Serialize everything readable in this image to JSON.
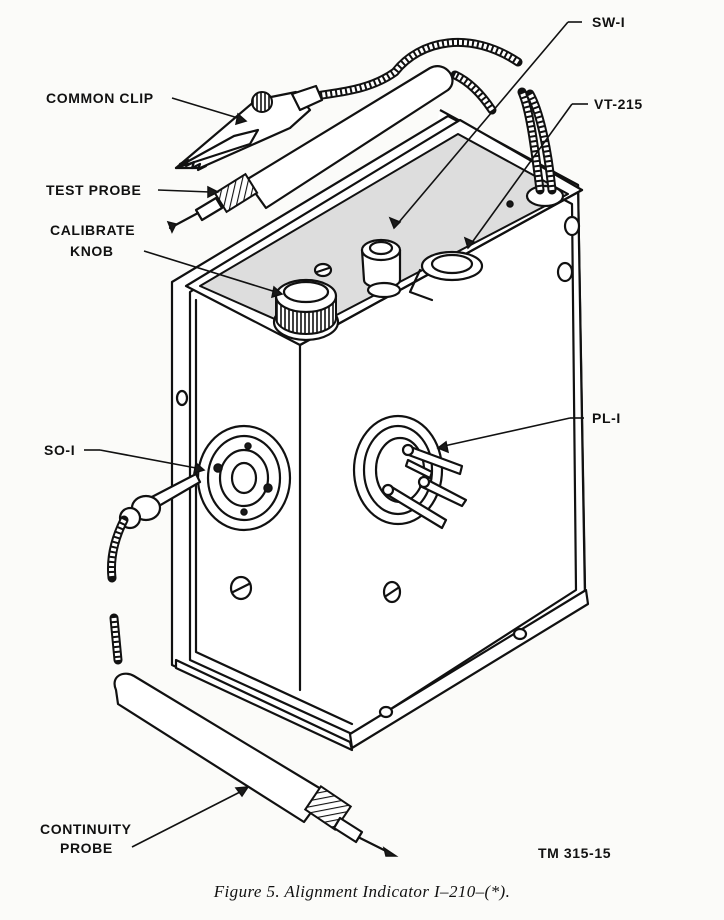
{
  "labels": {
    "sw1": "SW-I",
    "vt215": "VT-215",
    "common_clip": "COMMON CLIP",
    "test_probe": "TEST PROBE",
    "calibrate_knob_line1": "CALIBRATE",
    "calibrate_knob_line2": "KNOB",
    "so1": "SO-I",
    "pl1": "PL-I",
    "continuity_probe_line1": "CONTINUITY",
    "continuity_probe_line2": "PROBE",
    "tm_number": "TM 315-15"
  },
  "caption": "Figure 5.  Alignment Indicator I–210–(*)."
}
